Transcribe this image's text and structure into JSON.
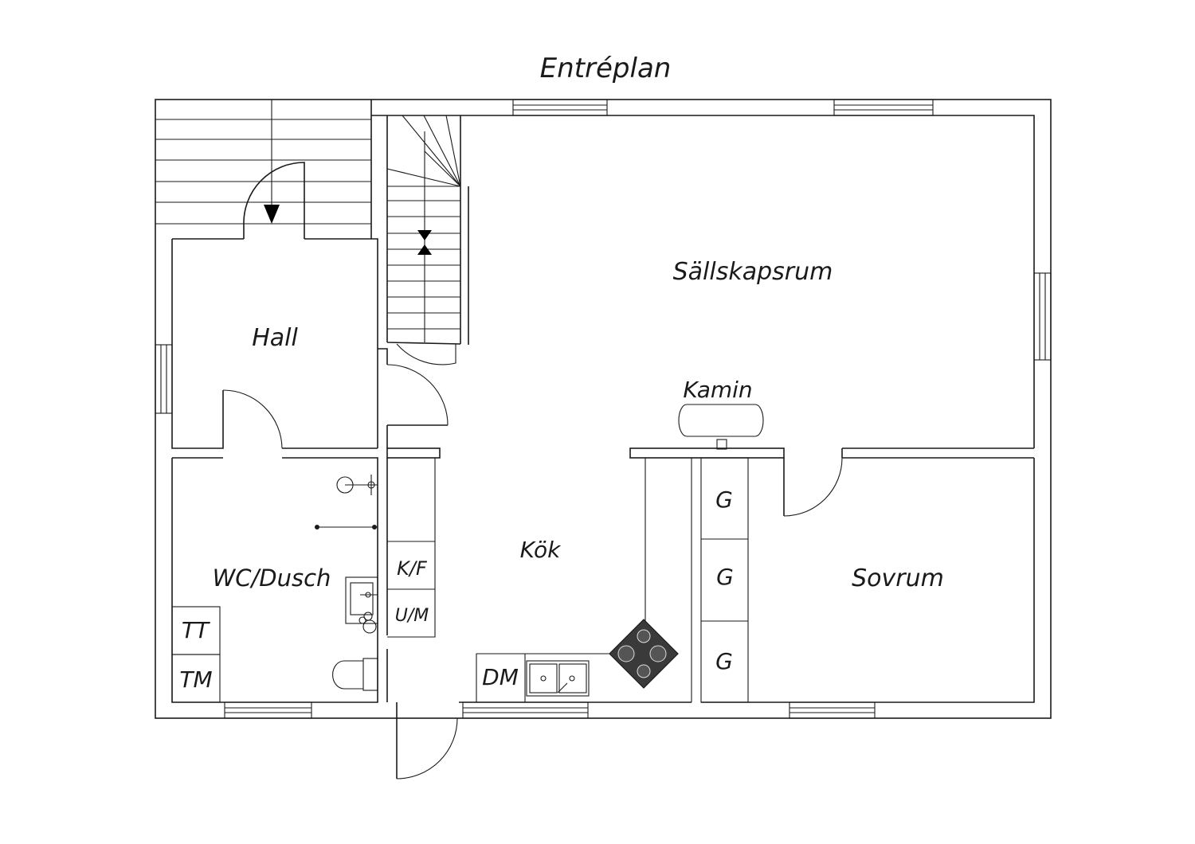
{
  "plan": {
    "title": "Entréplan",
    "rooms": {
      "hall": "Hall",
      "sallskapsrum": "Sällskapsrum",
      "kamin": "Kamin",
      "kok": "Kök",
      "wc_dusch": "WC/Dusch",
      "sovrum": "Sovrum"
    },
    "fixtures": {
      "kf": "K/F",
      "um": "U/M",
      "dm": "DM",
      "tt": "TT",
      "tm": "TM",
      "g1": "G",
      "g2": "G",
      "g3": "G"
    }
  },
  "colors": {
    "line": "#1a1a1a",
    "background": "#ffffff",
    "stove": "#3a3a3a"
  }
}
